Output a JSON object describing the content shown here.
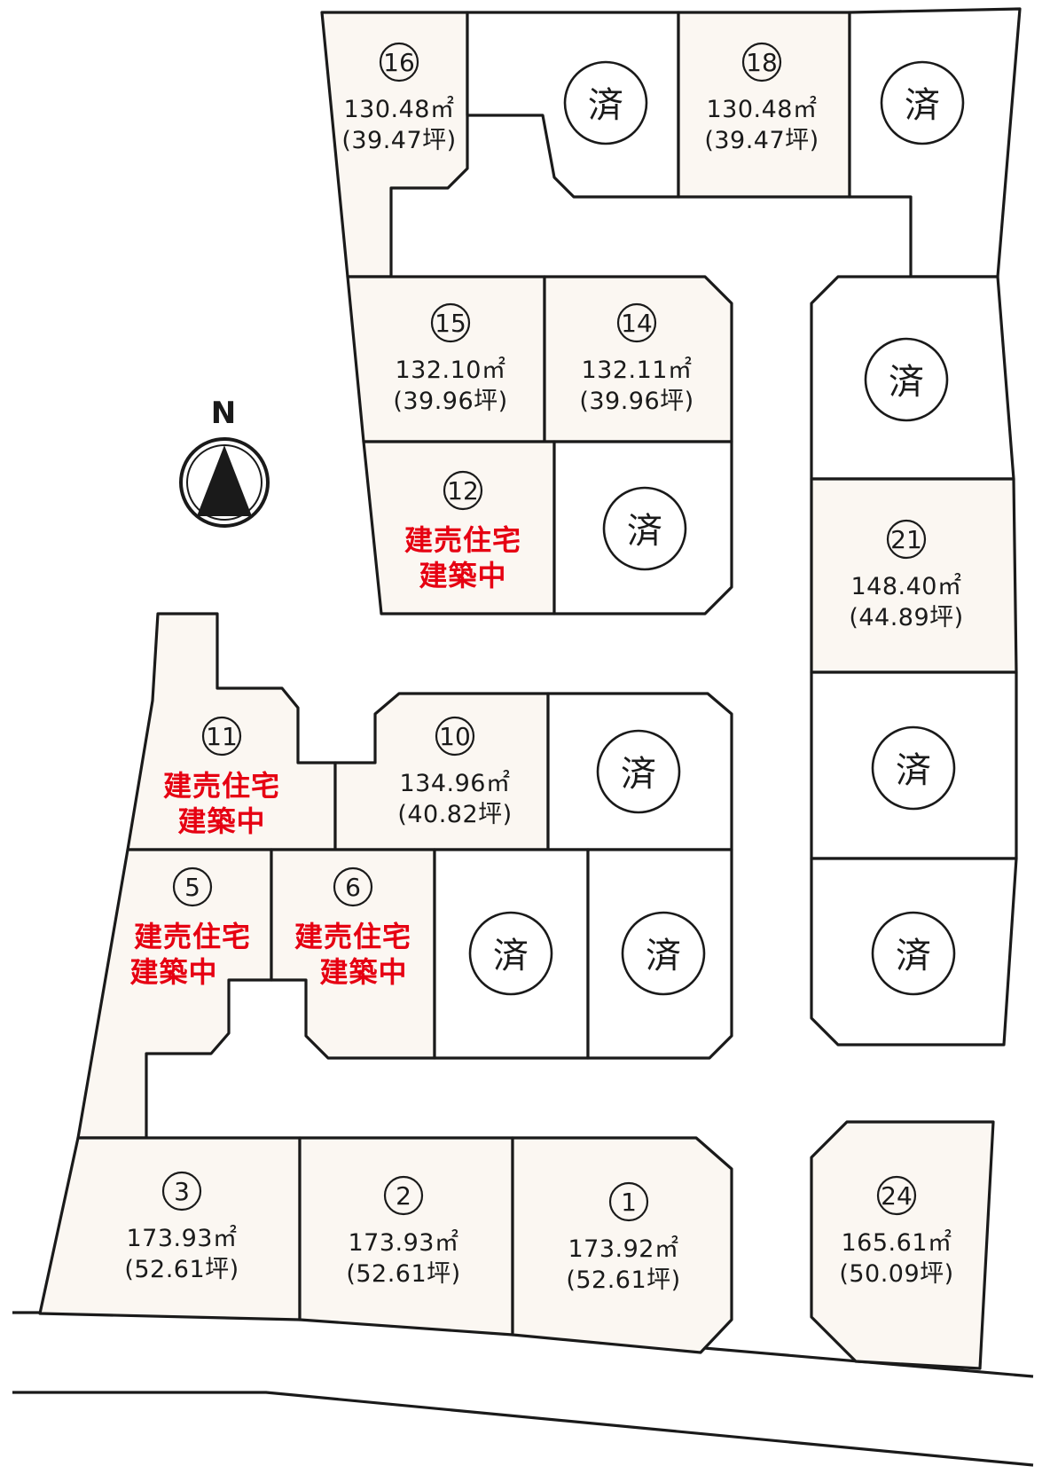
{
  "compass": {
    "letter": "N"
  },
  "sold_mark": "済",
  "area_unit": "㎡",
  "lots": [
    {
      "id": "16",
      "number": "⑯",
      "sold": false,
      "area": "130.48㎡",
      "tsubo": "(39.47坪)"
    },
    {
      "id": "17",
      "sold": true
    },
    {
      "id": "18",
      "number": "⑱",
      "sold": false,
      "area": "130.48㎡",
      "tsubo": "(39.47坪)"
    },
    {
      "id": "19",
      "sold": true
    },
    {
      "id": "15",
      "number": "⑮",
      "sold": false,
      "area": "132.10㎡",
      "tsubo": "(39.96坪)"
    },
    {
      "id": "14",
      "number": "⑭",
      "sold": false,
      "area": "132.11㎡",
      "tsubo": "(39.96坪)"
    },
    {
      "id": "20",
      "sold": true
    },
    {
      "id": "12",
      "number": "⑫",
      "sold": false,
      "status": [
        "建売住宅",
        "建築中"
      ]
    },
    {
      "id": "13",
      "sold": true
    },
    {
      "id": "21",
      "number": "㉑",
      "sold": false,
      "area": "148.40㎡",
      "tsubo": "(44.89坪)"
    },
    {
      "id": "11",
      "number": "⑪",
      "sold": false,
      "status": [
        "建売住宅",
        "建築中"
      ]
    },
    {
      "id": "10",
      "number": "⑩",
      "sold": false,
      "area": "134.96㎡",
      "tsubo": "(40.82坪)"
    },
    {
      "id": "9",
      "sold": true
    },
    {
      "id": "22",
      "sold": true
    },
    {
      "id": "5",
      "number": "⑤",
      "sold": false,
      "status": [
        "建売住宅",
        "建築中"
      ]
    },
    {
      "id": "6",
      "number": "⑥",
      "sold": false,
      "status": [
        "建売住宅",
        "建築中"
      ]
    },
    {
      "id": "7",
      "sold": true
    },
    {
      "id": "8",
      "sold": true
    },
    {
      "id": "23",
      "sold": true
    },
    {
      "id": "3",
      "number": "③",
      "sold": false,
      "area": "173.93㎡",
      "tsubo": "(52.61坪)"
    },
    {
      "id": "2",
      "number": "②",
      "sold": false,
      "area": "173.93㎡",
      "tsubo": "(52.61坪)"
    },
    {
      "id": "1",
      "number": "①",
      "sold": false,
      "area": "173.92㎡",
      "tsubo": "(52.61坪)"
    },
    {
      "id": "24",
      "number": "㉔",
      "sold": false,
      "area": "165.61㎡",
      "tsubo": "(50.09坪)"
    }
  ]
}
